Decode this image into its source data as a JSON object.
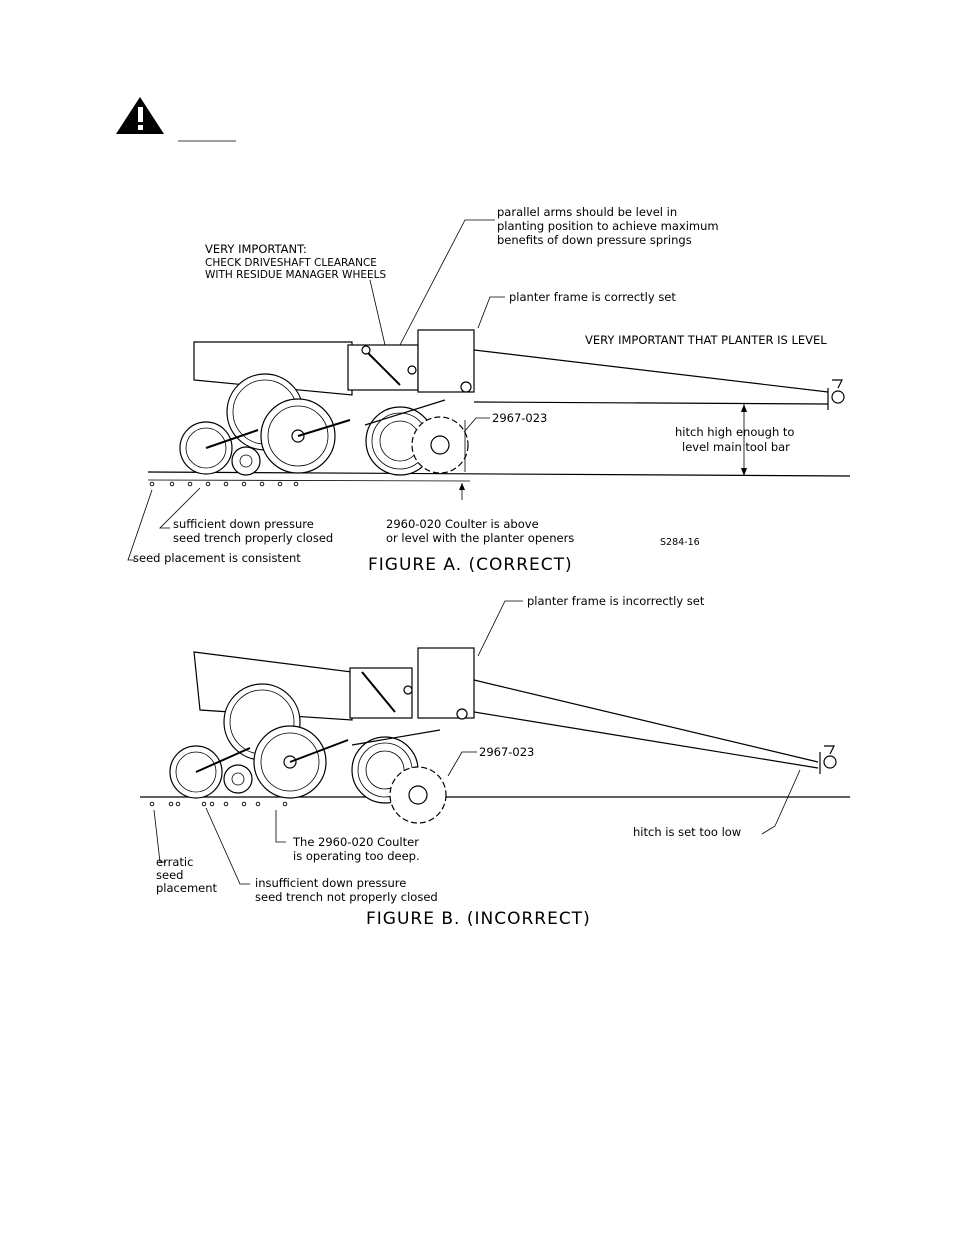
{
  "header": {
    "warning_icon": "warning-triangle-icon",
    "warning_word": ""
  },
  "figure_a": {
    "caption": "FIGURE A. (CORRECT)",
    "code": "S284-16",
    "labels": {
      "parallel_arms": [
        "parallel arms should be level in",
        "planting position to achieve maximum",
        "benefits of down pressure springs"
      ],
      "very_important": [
        "VERY IMPORTANT:",
        "CHECK DRIVESHAFT CLEARANCE",
        "WITH RESIDUE MANAGER WHEELS"
      ],
      "frame_set": "planter frame is correctly set",
      "level": "VERY IMPORTANT THAT PLANTER IS LEVEL",
      "part": "2967-023",
      "hitch": [
        "hitch high enough to",
        "level main tool bar"
      ],
      "down_pressure": [
        "sufficient down pressure",
        "seed trench properly closed"
      ],
      "coulter": [
        "2960-020 Coulter is above",
        "or level with the planter openers"
      ],
      "seed": "seed placement is consistent"
    }
  },
  "figure_b": {
    "caption": "FIGURE B. (INCORRECT)",
    "labels": {
      "frame_set": "planter frame is incorrectly set",
      "part": "2967-023",
      "coulter": [
        "The 2960-020 Coulter",
        "is operating too deep."
      ],
      "hitch": "hitch is set too low",
      "erratic": [
        "erratic",
        "seed",
        "placement"
      ],
      "down_pressure": [
        "insufficient down pressure",
        "seed trench not properly closed"
      ]
    }
  }
}
